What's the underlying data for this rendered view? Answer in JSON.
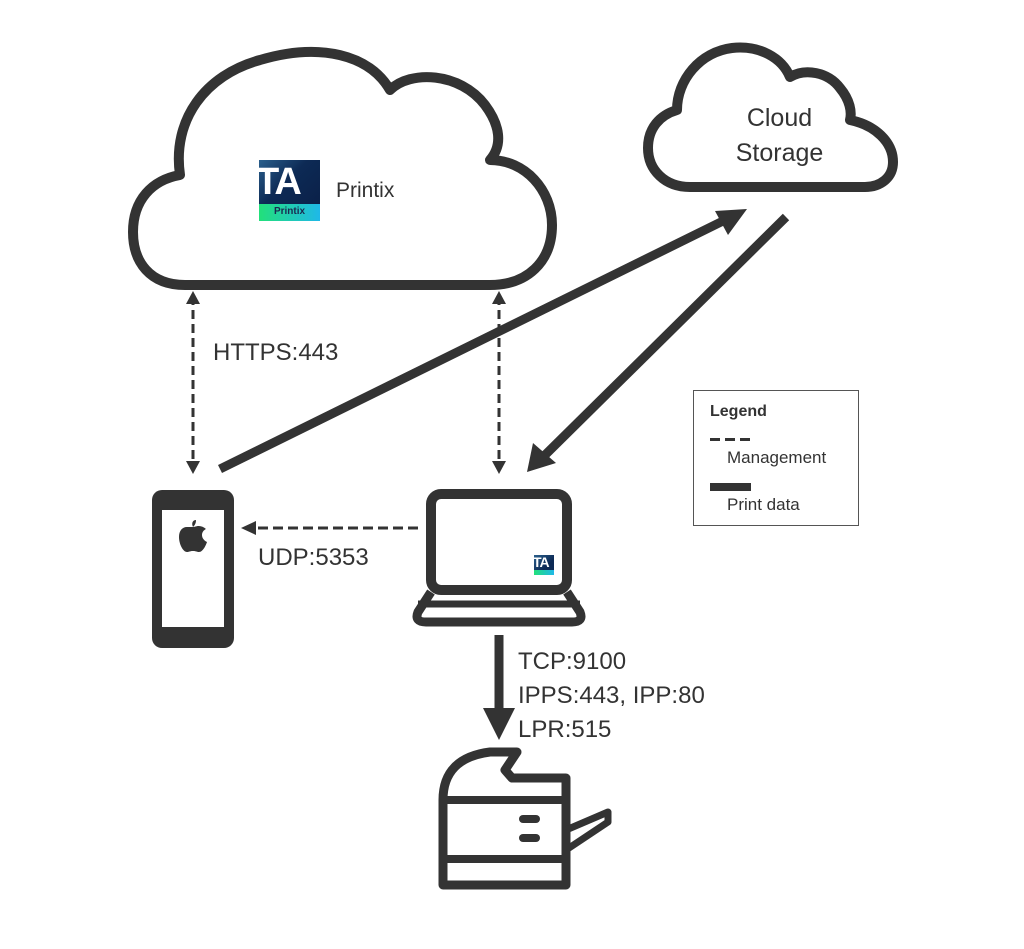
{
  "clouds": {
    "printix": {
      "label": "Printix",
      "logo_text": "TA",
      "logo_band_text": "Printix"
    },
    "storage": {
      "line1": "Cloud",
      "line2": "Storage"
    }
  },
  "connections": {
    "https": "HTTPS:443",
    "udp": "UDP:5353",
    "printer_protocols": [
      "TCP:9100",
      "IPPS:443, IPP:80",
      "LPR:515"
    ]
  },
  "devices": {
    "phone": {
      "icon": "apple-icon"
    },
    "laptop": {
      "badge_text": "TA"
    },
    "printer": {
      "icon": "printer-icon"
    }
  },
  "legend": {
    "title": "Legend",
    "items": [
      {
        "style": "dashed",
        "label": "Management"
      },
      {
        "style": "solid",
        "label": "Print data"
      }
    ]
  },
  "colors": {
    "stroke": "#333333",
    "logo_dark": "#0d2a55",
    "logo_green": "#22e07a",
    "logo_blue": "#1fb8e8"
  }
}
